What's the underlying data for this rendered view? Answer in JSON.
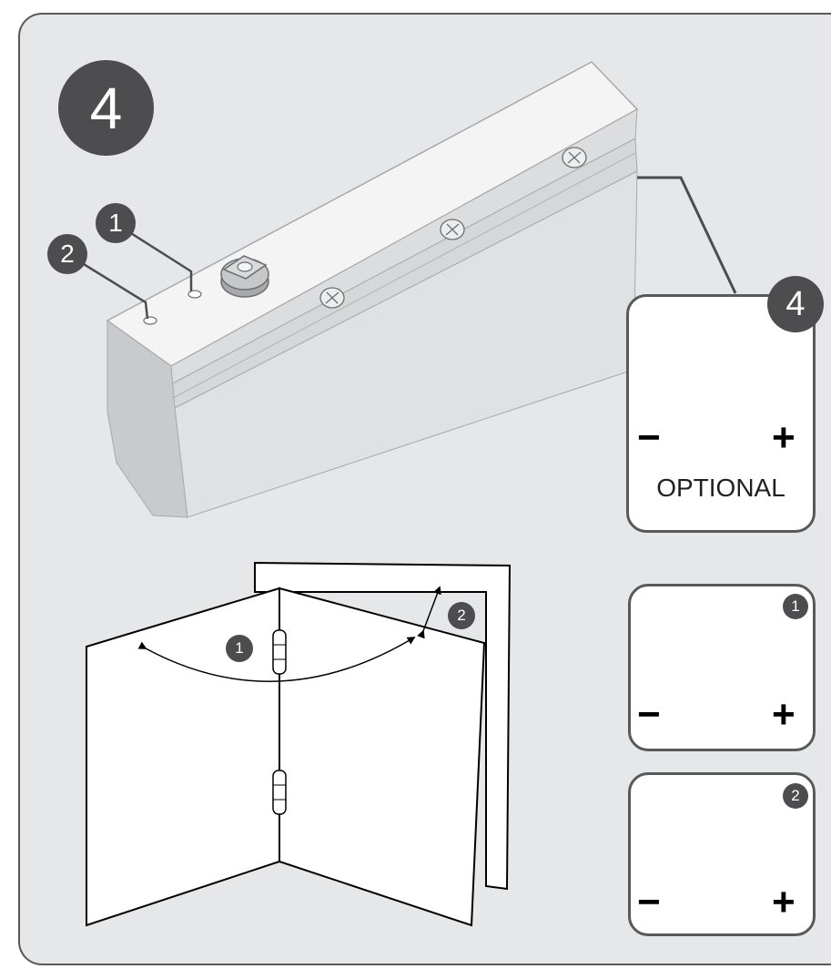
{
  "step_number": "4",
  "callouts": {
    "valve_1": "1",
    "valve_2": "2"
  },
  "optional_card": {
    "badge": "4",
    "label": "OPTIONAL",
    "minus": "−",
    "plus": "+"
  },
  "adjust_card_1": {
    "badge": "1",
    "minus": "−",
    "plus": "+"
  },
  "adjust_card_2": {
    "badge": "2",
    "minus": "−",
    "plus": "+"
  },
  "door": {
    "arc_label_1": "1",
    "arc_label_2": "2"
  },
  "colors": {
    "panel_bg": "#e6e7e8",
    "badge": "#4d4d4f",
    "outline": "#58595b"
  }
}
